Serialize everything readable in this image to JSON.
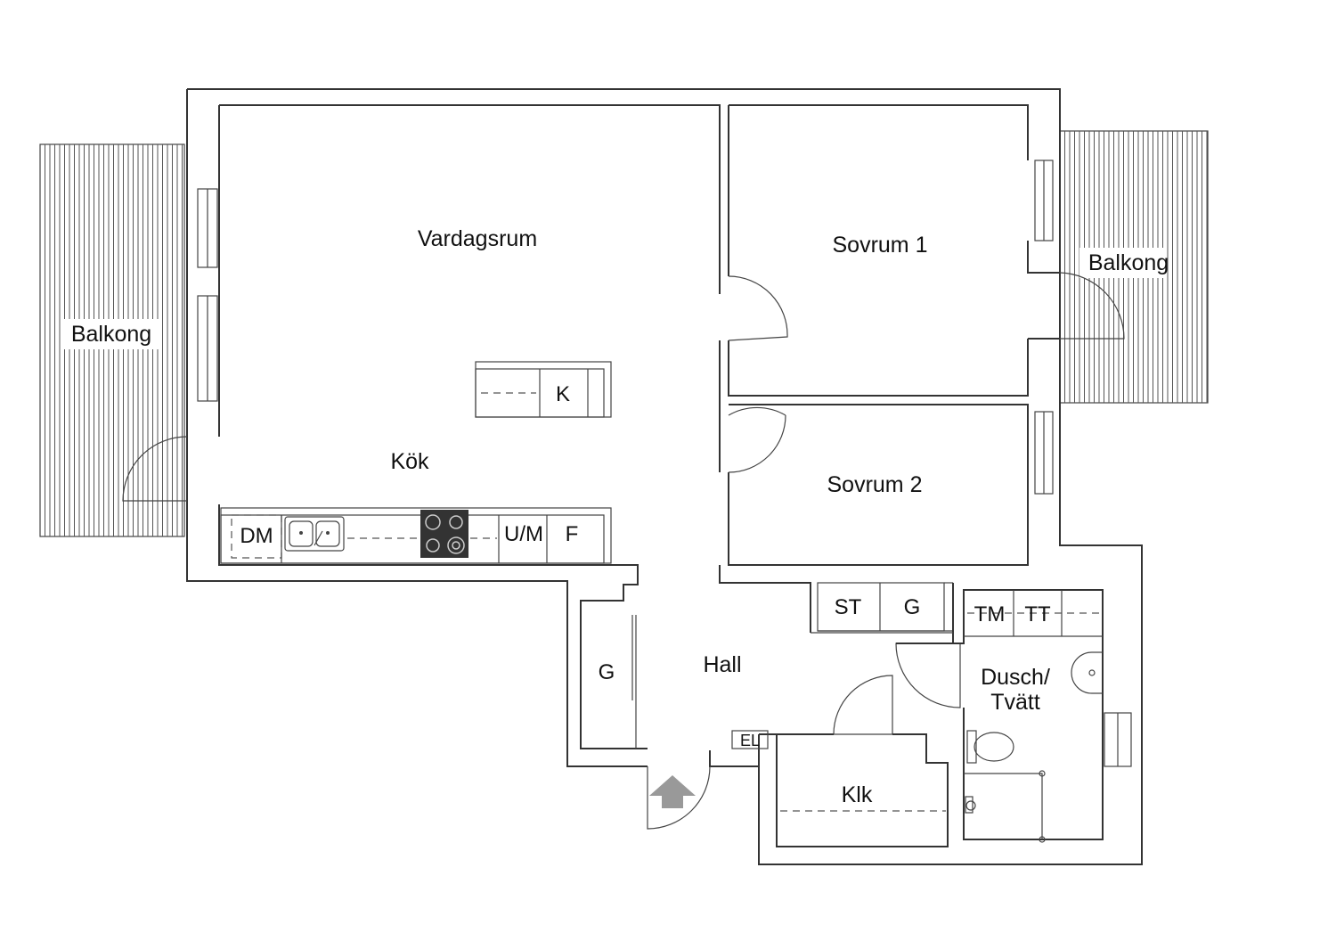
{
  "rooms": {
    "vardagsrum": "Vardagsrum",
    "kok": "Kök",
    "sovrum1": "Sovrum 1",
    "sovrum2": "Sovrum 2",
    "balkong_left": "Balkong",
    "balkong_right": "Balkong",
    "hall": "Hall",
    "dusch_line1": "Dusch/",
    "dusch_line2": "Tvätt",
    "klk": "Klk"
  },
  "fixtures": {
    "k": "K",
    "dm": "DM",
    "um": "U/M",
    "f": "F",
    "st": "ST",
    "g_closet": "G",
    "tm": "TM",
    "tt": "TT",
    "g_hall": "G",
    "el": "EL"
  },
  "colors": {
    "walls": "#333333",
    "stove": "#333333",
    "entrance_arrow": "#999999"
  }
}
